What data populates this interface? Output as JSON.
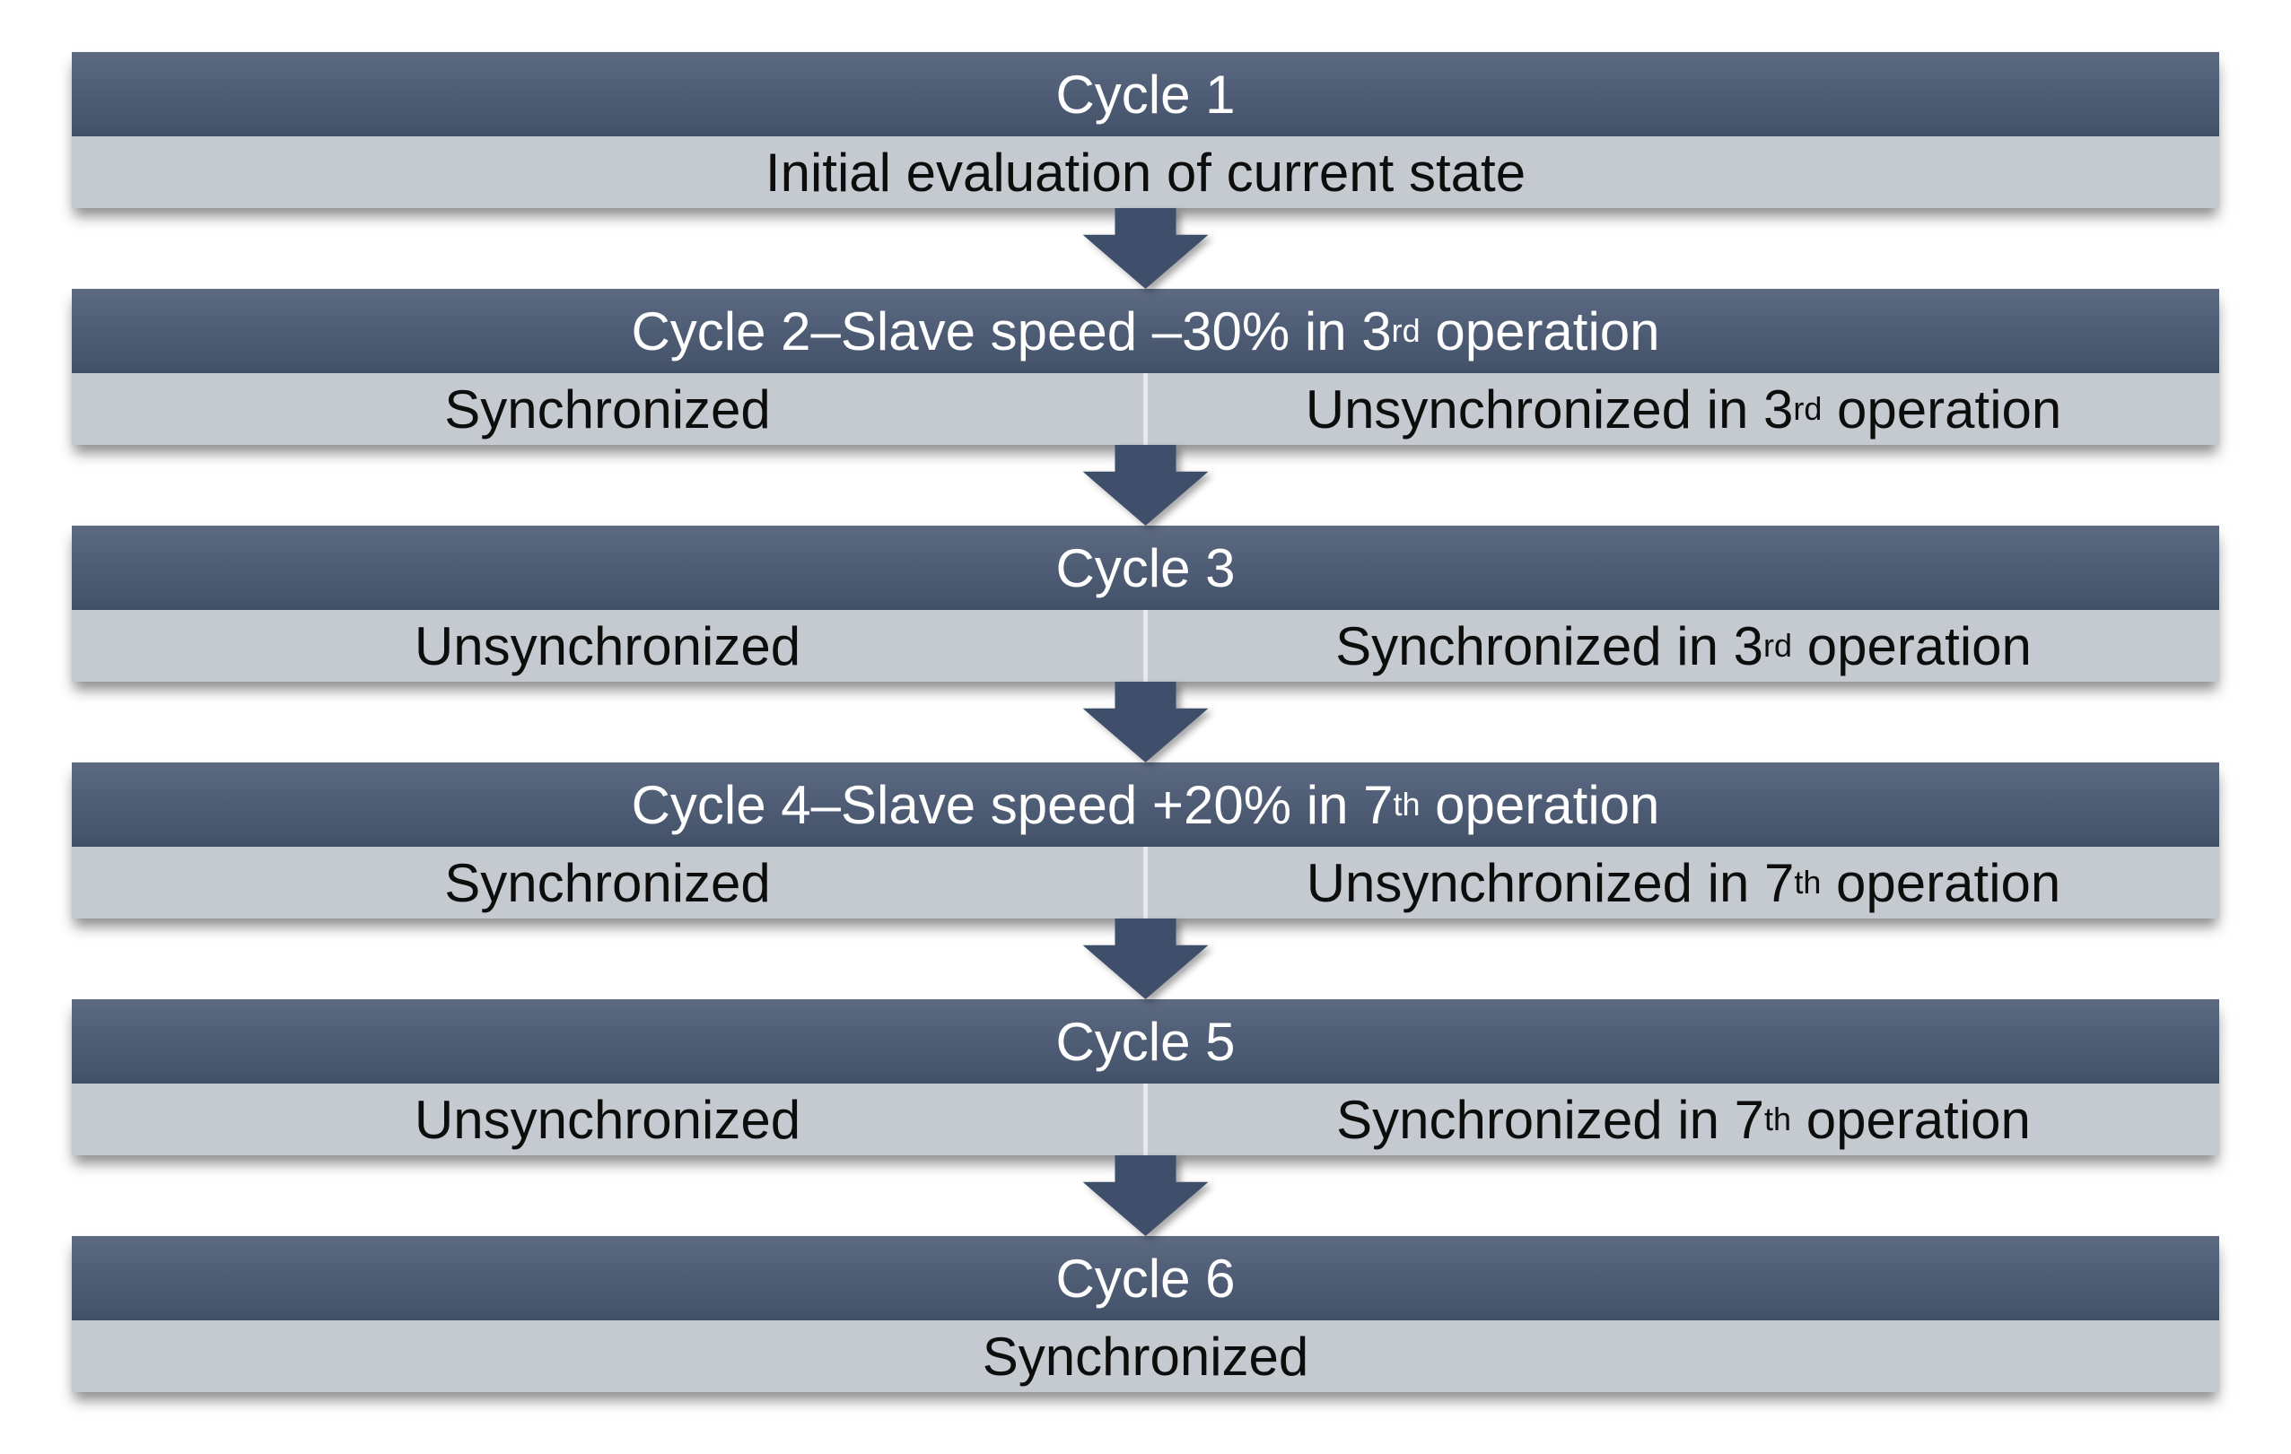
{
  "diagram": {
    "background": "#FFFFFF",
    "colors": {
      "header_gradient_top": "#5C6A82",
      "header_gradient_mid": "#4E5C75",
      "header_gradient_bottom": "#435168",
      "header_text": "#FFFFFF",
      "body_bg": "#C5CAD1",
      "body_text": "#0D0D0D",
      "cell_divider": "#E7E9ED",
      "arrow": "#3E4E6B"
    },
    "cycles": [
      {
        "id": "cycle-1",
        "title": {
          "pre": "Cycle 1",
          "sup": "",
          "post": ""
        },
        "cells": [
          {
            "pre": "Initial evaluation of current state",
            "sup": "",
            "post": ""
          }
        ]
      },
      {
        "id": "cycle-2",
        "title": {
          "pre": "Cycle 2–Slave speed –30% in 3",
          "sup": "rd",
          "post": " operation"
        },
        "cells": [
          {
            "pre": "Synchronized",
            "sup": "",
            "post": ""
          },
          {
            "pre": "Unsynchronized in 3",
            "sup": "rd",
            "post": " operation"
          }
        ]
      },
      {
        "id": "cycle-3",
        "title": {
          "pre": "Cycle 3",
          "sup": "",
          "post": ""
        },
        "cells": [
          {
            "pre": "Unsynchronized",
            "sup": "",
            "post": ""
          },
          {
            "pre": "Synchronized in 3",
            "sup": "rd",
            "post": " operation"
          }
        ]
      },
      {
        "id": "cycle-4",
        "title": {
          "pre": "Cycle 4–Slave speed +20% in 7",
          "sup": "th",
          "post": " operation"
        },
        "cells": [
          {
            "pre": "Synchronized",
            "sup": "",
            "post": ""
          },
          {
            "pre": "Unsynchronized in 7",
            "sup": "th",
            "post": " operation"
          }
        ]
      },
      {
        "id": "cycle-5",
        "title": {
          "pre": "Cycle 5",
          "sup": "",
          "post": ""
        },
        "cells": [
          {
            "pre": "Unsynchronized",
            "sup": "",
            "post": ""
          },
          {
            "pre": "Synchronized in 7",
            "sup": "th",
            "post": " operation"
          }
        ]
      },
      {
        "id": "cycle-6",
        "title": {
          "pre": "Cycle 6",
          "sup": "",
          "post": ""
        },
        "cells": [
          {
            "pre": "Synchronized",
            "sup": "",
            "post": ""
          }
        ]
      }
    ]
  }
}
